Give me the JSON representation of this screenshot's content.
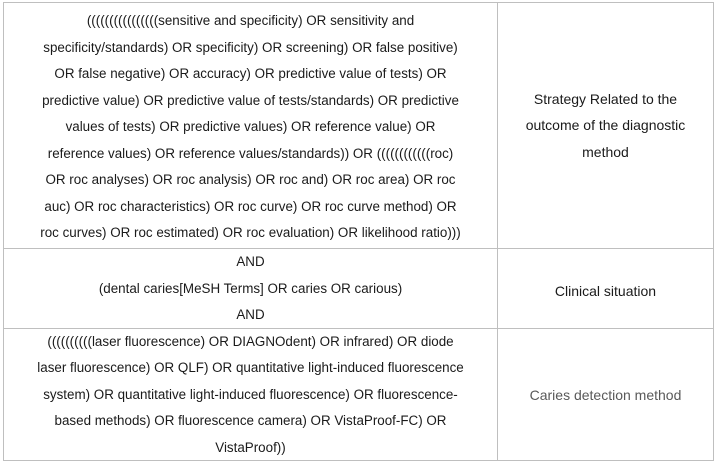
{
  "rows": [
    {
      "query_lines": [
        "((((((((((((((((sensitive and specificity) OR sensitivity and",
        "specificity/standards) OR specificity) OR screening) OR false positive)",
        "OR false negative) OR accuracy) OR predictive value of tests) OR",
        "predictive value) OR predictive value of tests/standards) OR predictive",
        "values of tests) OR predictive values) OR reference value) OR",
        "reference values) OR reference values/standards)) OR ((((((((((((roc)",
        "OR roc analyses) OR roc analysis) OR roc and) OR roc area) OR roc",
        "auc) OR roc characteristics) OR roc curve) OR roc curve method) OR",
        "roc curves) OR roc estimated) OR roc evaluation) OR likelihood ratio)))"
      ],
      "label": "Strategy Related to the outcome of the diagnostic method"
    },
    {
      "query_lines": [
        "AND",
        "(dental caries[MeSH Terms] OR caries OR carious)",
        "AND"
      ],
      "label": "Clinical situation"
    },
    {
      "query_lines": [
        "((((((((((laser fluorescence) OR DIAGNOdent) OR infrared) OR diode",
        "laser fluorescence) OR QLF) OR quantitative light-induced fluorescence",
        "system) OR quantitative light-induced fluorescence) OR fluorescence-",
        "based methods) OR fluorescence camera) OR VistaProof-FC) OR",
        "VistaProof))"
      ],
      "label": "Caries detection method"
    }
  ]
}
